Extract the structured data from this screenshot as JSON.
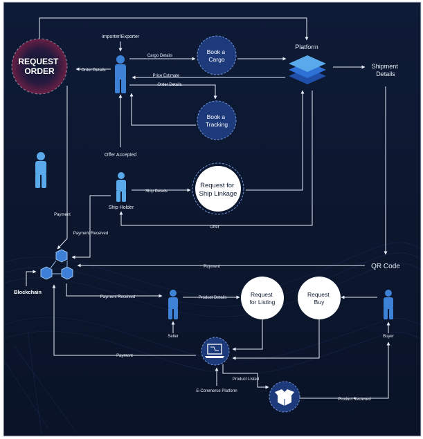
{
  "colors": {
    "background_top": "#0d1a33",
    "background_bottom": "#091225",
    "line": "#e8eef8",
    "circle_fill": "#1d3a7a",
    "circle_border": "#6f93d6",
    "figure": "#3d82d6",
    "figure_light": "#5aa9ea",
    "white_circle": "#ffffff",
    "white_circle_text": "#0d1a33"
  },
  "nodes": {
    "request_order": "REQUEST ORDER",
    "importer_exporter": "Importer/Exporter",
    "book_cargo": "Book a Cargo",
    "book_tracking": "Book a Tracking",
    "platform": "Platform",
    "shipment_details": "Shipment Details",
    "offer_accepted": "Offer Accepted",
    "ship_holder": "Ship Holder",
    "request_ship_linkage": "Request for Ship Linkage",
    "qr_code": "QR Code",
    "blockchain": "Blockchain",
    "seller": "Seller",
    "request_listing": "Request for Listing",
    "request_buy": "Request Buy",
    "buyer": "Buyer",
    "ecommerce_platform": "E-Commerce Platform"
  },
  "edges": {
    "cargo_details": "Cargo Details",
    "order_details_left": "Order Details",
    "price_estimate": "Price Estimate",
    "order_details_mid": "Order Details",
    "ship_details": "Ship Details",
    "offer": "Offer",
    "payment_left": "Payment",
    "payment_received_top": "Payment Received",
    "payment_qr": "Payment",
    "payment_received_seller": "Payment Received",
    "product_details": "Product Details",
    "payment_bottom": "Payment",
    "product_listed": "Product Listed",
    "product_recieved": "Product Recieved"
  },
  "icons": {
    "platform": "stacked-layers-icon",
    "blockchain": "blockchain-cubes-icon",
    "ecommerce": "ecommerce-monitor-icon",
    "product": "open-box-icon",
    "person": "person-icon"
  }
}
